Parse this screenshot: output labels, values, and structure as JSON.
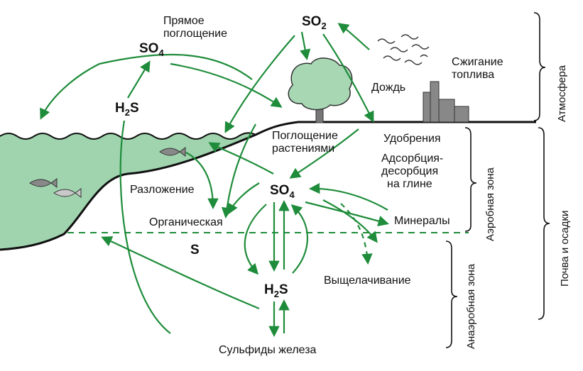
{
  "labels": {
    "direct_uptake_line1": "Прямое",
    "direct_uptake_line2": "поглощение",
    "fuel_burning_line1": "Сжигание",
    "fuel_burning_line2": "топлива",
    "rain": "Дождь",
    "plant_uptake_line1": "Поглощение",
    "plant_uptake_line2": "растениями",
    "fertilizers": "Удобрения",
    "adsorption_line1": "Адсорбция-",
    "adsorption_line2": "десорбция",
    "adsorption_line3": "на глине",
    "decomposition": "Разложение",
    "organic": "Органическая",
    "minerals": "Минералы",
    "sulfur": "S",
    "leaching": "Выщелачивание",
    "iron_sulfides": "Сульфиды железа"
  },
  "chem": {
    "so4_base": "SO",
    "so4_sub": "4",
    "so2_base": "SO",
    "so2_sub": "2",
    "h2s_h": "H",
    "h2s_sub": "2",
    "h2s_s": "S"
  },
  "zones": {
    "atmosphere": "Атмосфера",
    "soil_sediments": "Почва и осадки",
    "aerobic": "Аэробная зона",
    "anaerobic": "Анаэробная зона"
  },
  "colors": {
    "arrow": "#1e8c3a",
    "water": "#9fd4ae",
    "tree": "#a8d7b4",
    "factory": "#888888",
    "smoke": "#333333"
  }
}
